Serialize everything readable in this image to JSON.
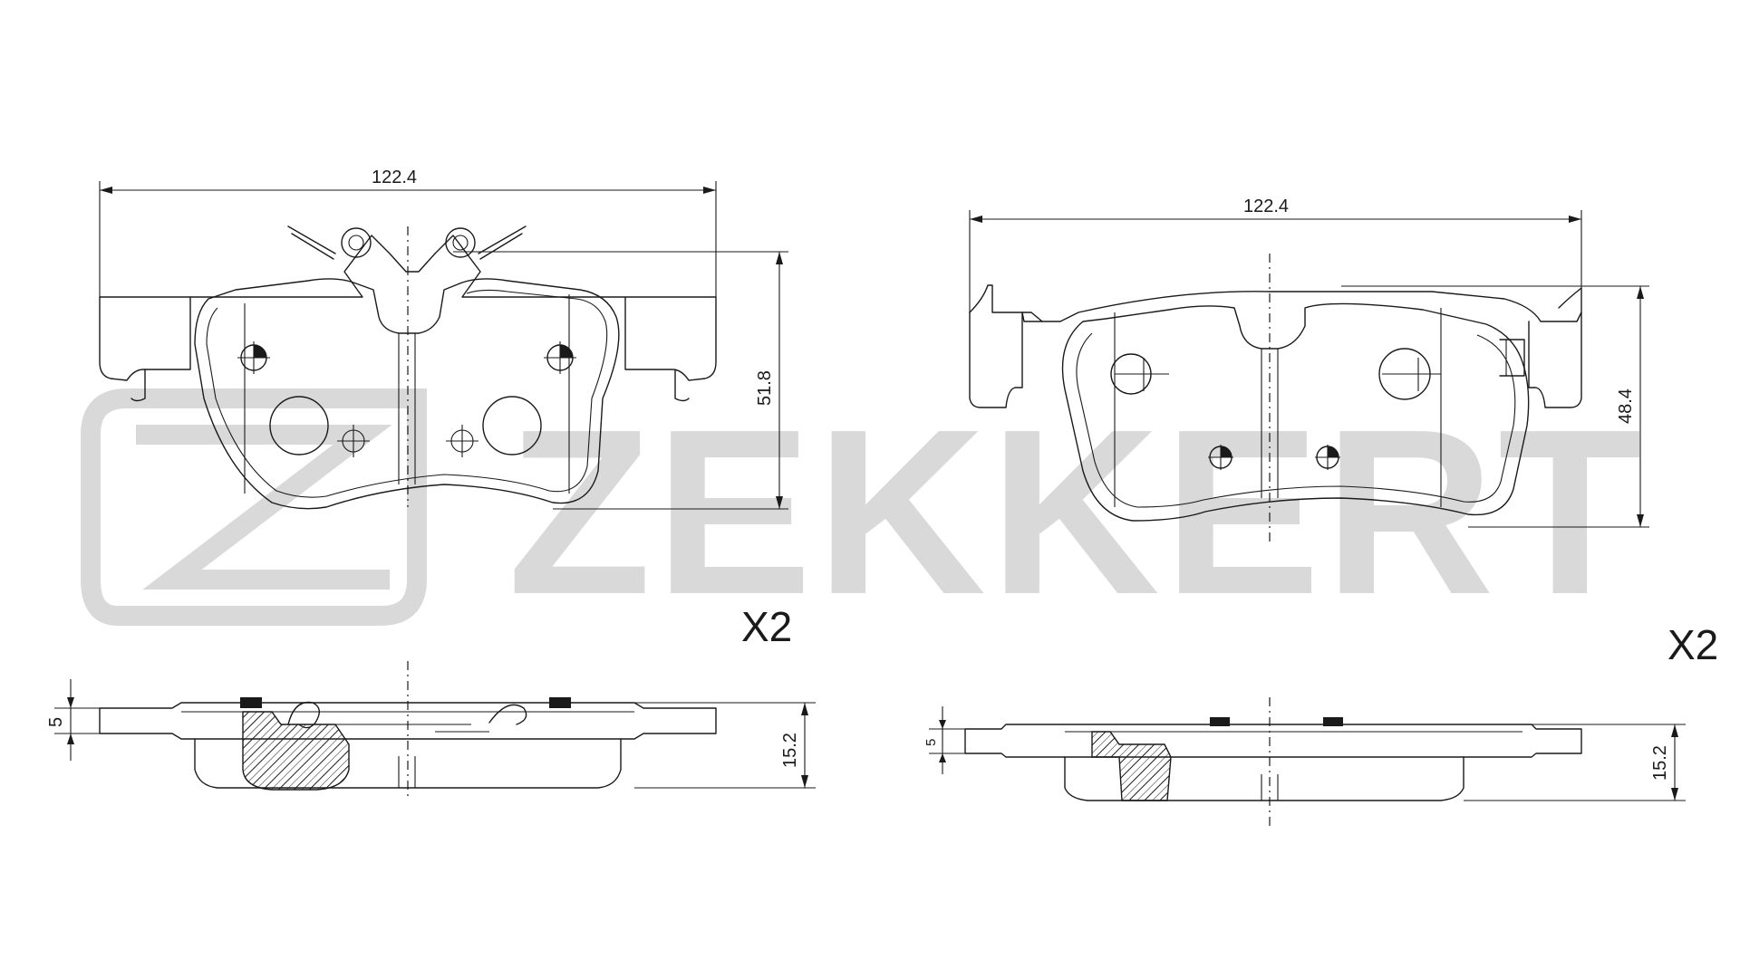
{
  "watermark": {
    "brand": "ZEKKERT",
    "color": "#d9d9d9"
  },
  "pads": [
    {
      "id": "left",
      "width_label": "122.4",
      "height_label": "51.8",
      "thickness_label": "15.2",
      "plate_label": "5",
      "quantity_label": "X2"
    },
    {
      "id": "right",
      "width_label": "122.4",
      "height_label": "48.4",
      "thickness_label": "15.2",
      "plate_label": "5",
      "quantity_label": "X2"
    }
  ],
  "colors": {
    "line": "#1a1a1a",
    "background": "#ffffff"
  }
}
